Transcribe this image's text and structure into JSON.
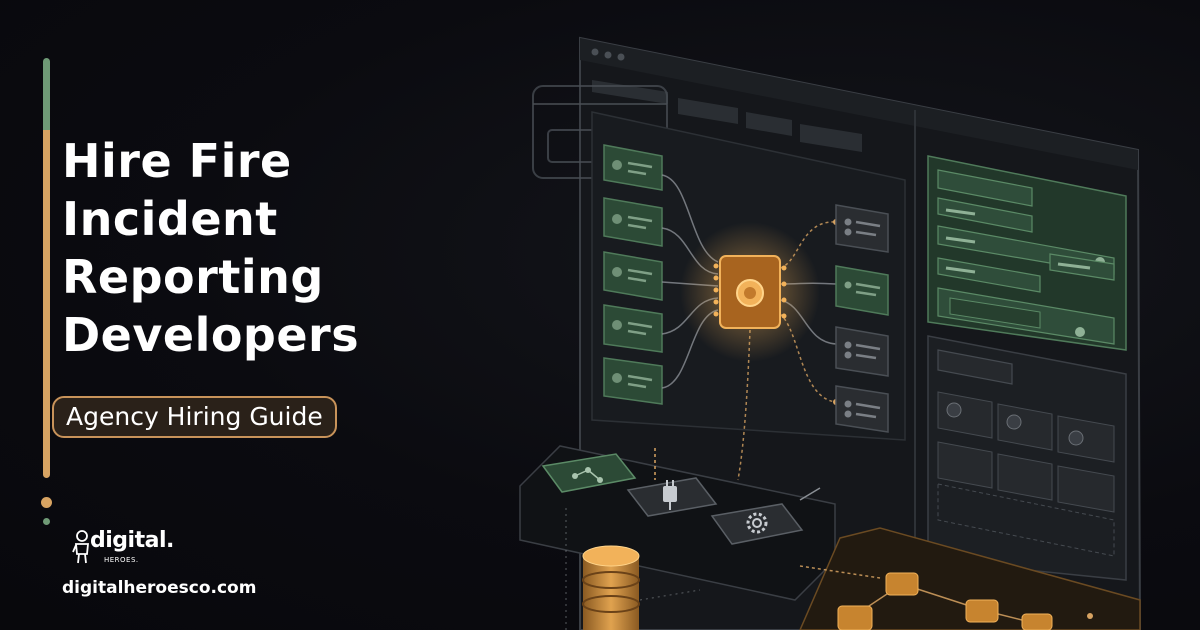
{
  "headline": {
    "lines": [
      "Hire Fire",
      "Incident",
      "Reporting",
      "Developers"
    ]
  },
  "subtitle": "Agency Hiring Guide",
  "brand": {
    "wordmark": "digital.",
    "sub": "HEROES."
  },
  "website": "digitalheroesco.com",
  "colors": {
    "background": "#0b0b10",
    "accent_gold": "#d7a362",
    "accent_green": "#6f9a76",
    "panel_green": "#2c4a36"
  },
  "illustration": {
    "icons": [
      "window-icon",
      "share-nodes-icon",
      "plug-icon",
      "gear-icon",
      "database-icon",
      "chip-icon"
    ]
  }
}
